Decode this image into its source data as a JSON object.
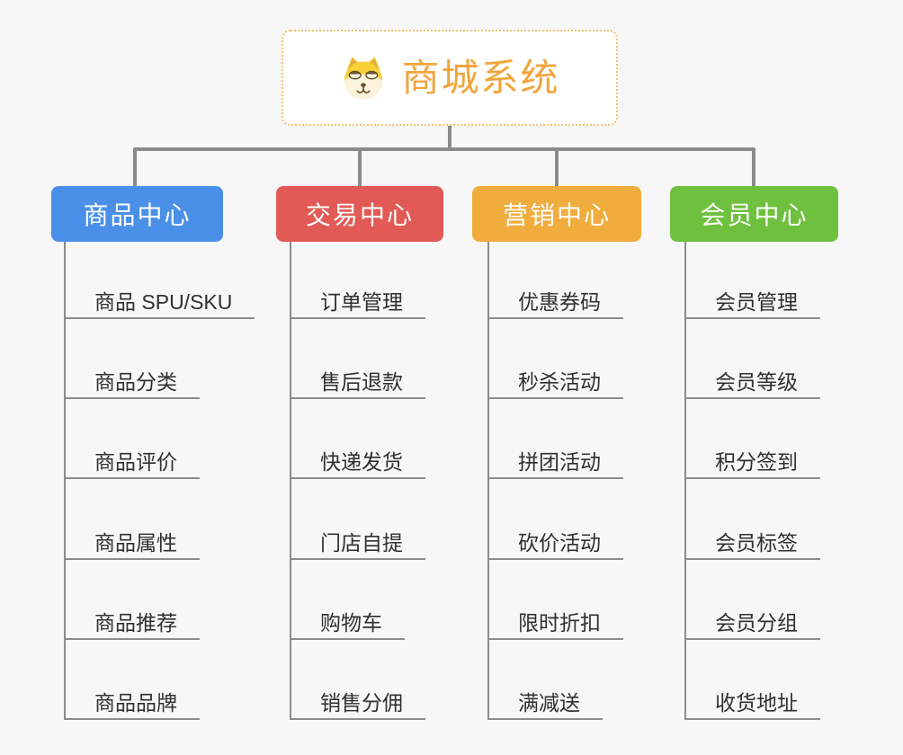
{
  "root": {
    "label": "商城系统",
    "icon": "shiba-dog-icon",
    "text_color": "#F0A53C",
    "border_color": "#F4C16F"
  },
  "connector_color": "#8a8a8a",
  "background_color": "#f7f7f7",
  "branches": [
    {
      "label": "商品中心",
      "color": "#4A90E8",
      "items": [
        "商品 SPU/SKU",
        "商品分类",
        "商品评价",
        "商品属性",
        "商品推荐",
        "商品品牌"
      ]
    },
    {
      "label": "交易中心",
      "color": "#E15A56",
      "items": [
        "订单管理",
        "售后退款",
        "快递发货",
        "门店自提",
        "购物车",
        "销售分佣"
      ]
    },
    {
      "label": "营销中心",
      "color": "#F0AC3D",
      "items": [
        "优惠券码",
        "秒杀活动",
        "拼团活动",
        "砍价活动",
        "限时折扣",
        "满减送"
      ]
    },
    {
      "label": "会员中心",
      "color": "#6FC03E",
      "items": [
        "会员管理",
        "会员等级",
        "积分签到",
        "会员标签",
        "会员分组",
        "收货地址"
      ]
    }
  ]
}
